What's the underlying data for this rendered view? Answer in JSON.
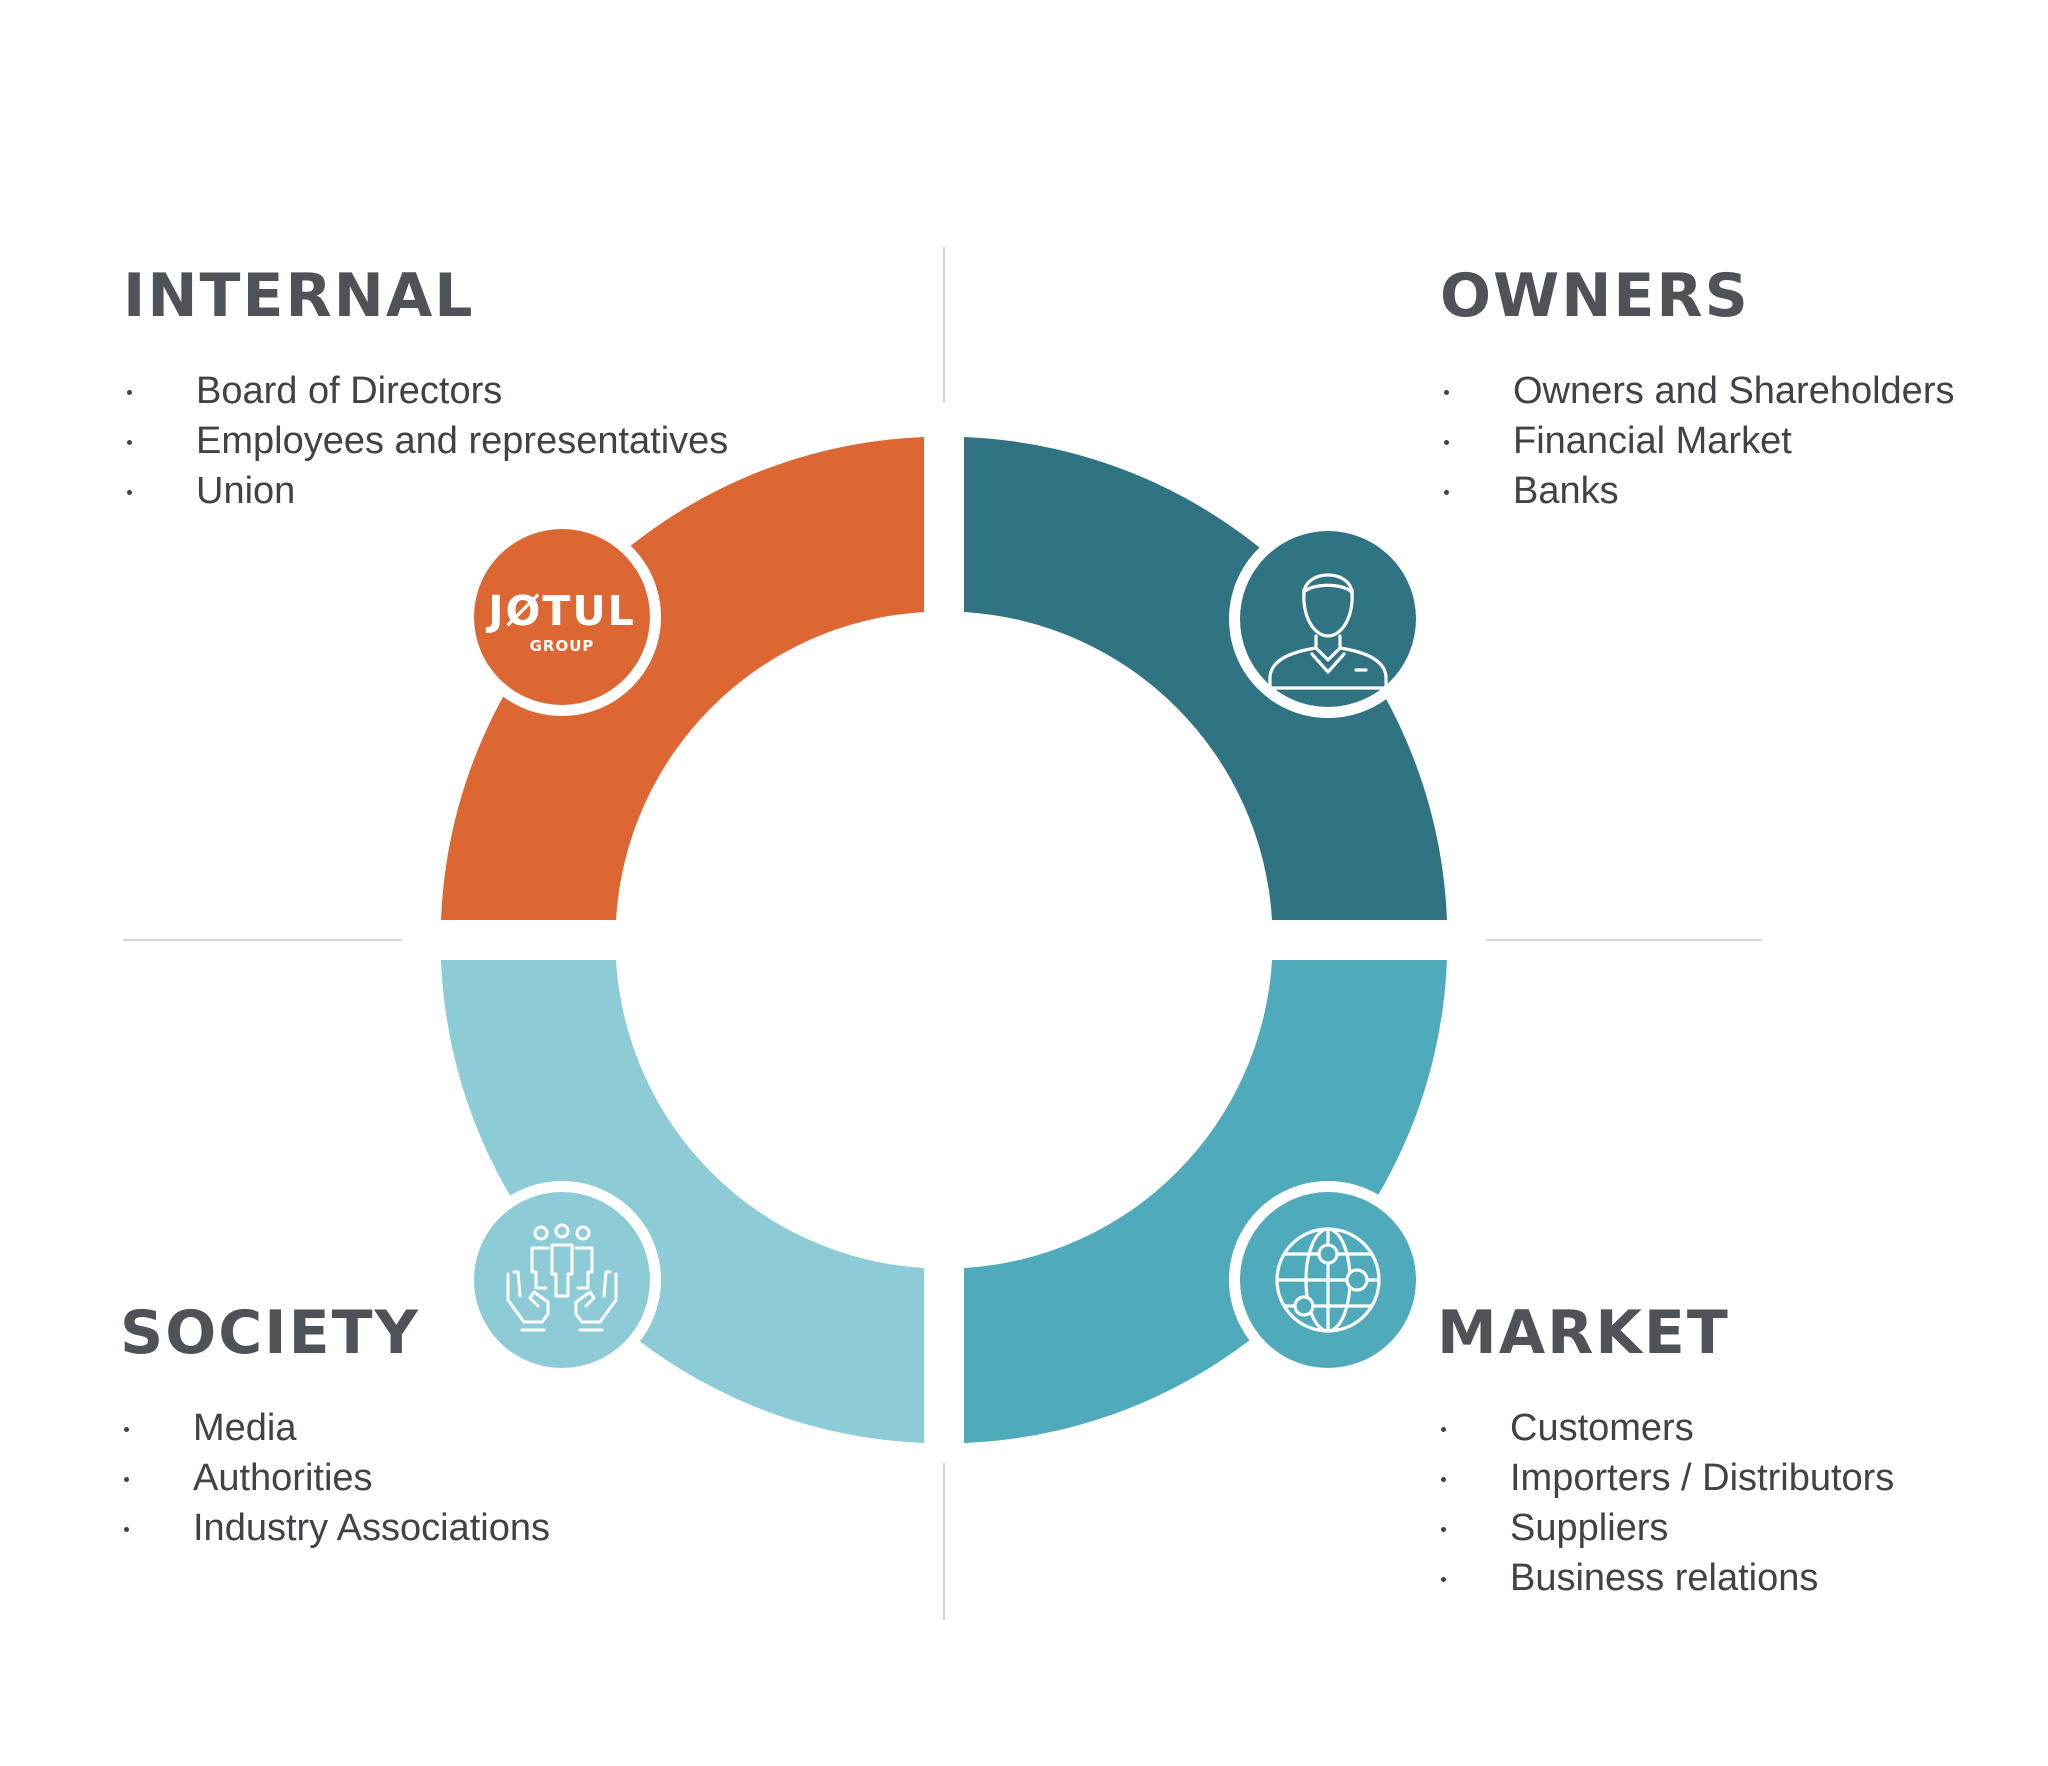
{
  "colors": {
    "internal": "#DD6733",
    "owners": "#307483",
    "society": "#8DCBD7",
    "market": "#4FAABB",
    "divider": "#d6d6d6"
  },
  "logo": {
    "name": "JØTUL",
    "sub": "GROUP"
  },
  "quadrants": {
    "internal": {
      "title": "INTERNAL",
      "items": [
        "Board of Directors",
        "Employees and representatives",
        "Union"
      ],
      "icon": "jotul-group-logo"
    },
    "owners": {
      "title": "OWNERS",
      "items": [
        "Owners and Shareholders",
        "Financial Market",
        "Banks"
      ],
      "icon": "person-icon"
    },
    "society": {
      "title": "SOCIETY",
      "items": [
        "Media",
        "Authorities",
        "Industry Associations"
      ],
      "icon": "people-in-hands-icon"
    },
    "market": {
      "title": "MARKET",
      "items": [
        "Customers",
        "Importers / Distributors",
        "Suppliers",
        "Business relations"
      ],
      "icon": "globe-network-icon"
    }
  }
}
